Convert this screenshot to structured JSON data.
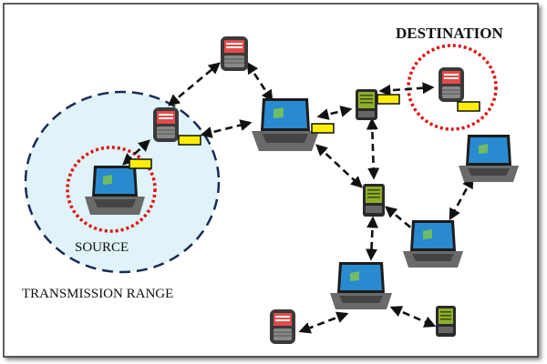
{
  "labels": {
    "destination": "DESTINATION",
    "source": "SOURCE",
    "transmission_range": "TRANSMISSION RANGE"
  },
  "colors": {
    "frame": "#2b2b2b",
    "range_fill": "#dff3f8",
    "range_stroke": "#1a2a55",
    "node_ring": "#e01010",
    "arrow": "#111111",
    "tag_fill": "#ffee00",
    "laptop_screen": "#2a8ad0",
    "pda_screen": "#8fae2a"
  },
  "nodes": [
    {
      "id": "smartphone-top",
      "kind": "smartphone"
    },
    {
      "id": "smartphone-source-side",
      "kind": "smartphone"
    },
    {
      "id": "laptop-source",
      "kind": "laptop"
    },
    {
      "id": "laptop-center",
      "kind": "laptop"
    },
    {
      "id": "pda-upper",
      "kind": "pda"
    },
    {
      "id": "smartphone-destination",
      "kind": "smartphone"
    },
    {
      "id": "laptop-right",
      "kind": "laptop"
    },
    {
      "id": "pda-middle",
      "kind": "pda"
    },
    {
      "id": "laptop-lower-right",
      "kind": "laptop"
    },
    {
      "id": "laptop-bottom",
      "kind": "laptop"
    },
    {
      "id": "smartphone-bottom",
      "kind": "smartphone"
    },
    {
      "id": "pda-bottom",
      "kind": "pda"
    }
  ],
  "links": [
    [
      "smartphone-source-side",
      "smartphone-top"
    ],
    [
      "smartphone-top",
      "laptop-center"
    ],
    [
      "smartphone-source-side",
      "laptop-center"
    ],
    [
      "smartphone-source-side",
      "laptop-source"
    ],
    [
      "laptop-center",
      "pda-upper"
    ],
    [
      "pda-upper",
      "smartphone-destination"
    ],
    [
      "laptop-center",
      "pda-middle"
    ],
    [
      "pda-upper",
      "pda-middle"
    ],
    [
      "pda-middle",
      "laptop-lower-right"
    ],
    [
      "laptop-right",
      "laptop-lower-right"
    ],
    [
      "pda-middle",
      "laptop-bottom"
    ],
    [
      "laptop-bottom",
      "smartphone-bottom"
    ],
    [
      "laptop-bottom",
      "pda-bottom"
    ]
  ]
}
